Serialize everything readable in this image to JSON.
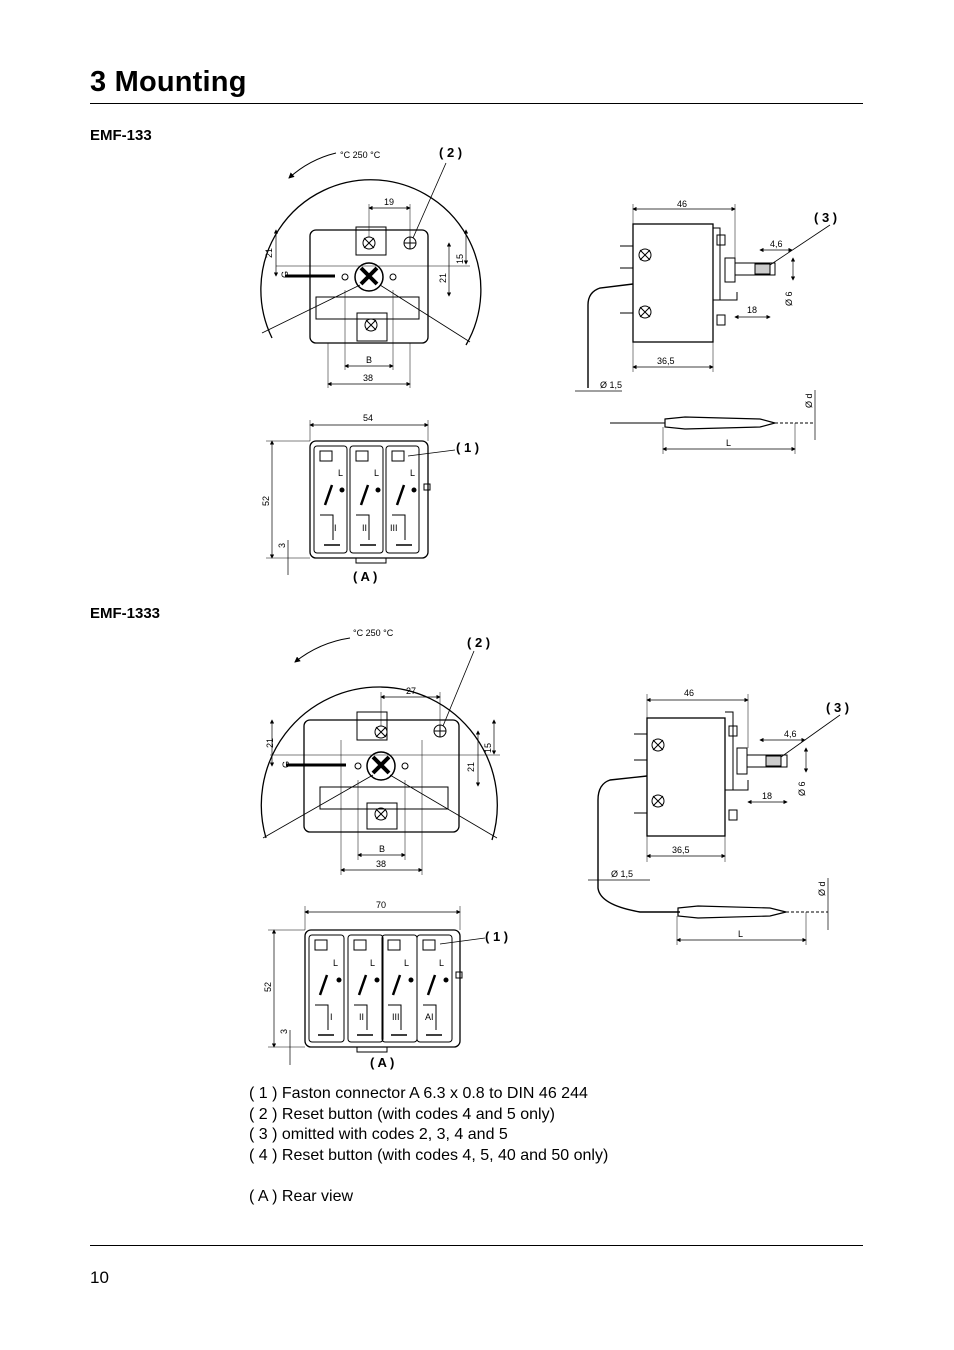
{
  "section": {
    "title": "3  Mounting"
  },
  "models": [
    {
      "name": "EMF-133",
      "front": {
        "dial": "°C 250  °C",
        "callout_reset": "( 2 )",
        "dims": [
          "19",
          "21",
          "15",
          "21",
          "B",
          "38"
        ],
        "g_label": "G"
      },
      "side": {
        "callout_capillary": "( 3 )",
        "dims": [
          "46",
          "4,6",
          "18",
          "Ø 6",
          "36,5",
          "Ø 1,5",
          "Ø d",
          "L"
        ]
      },
      "rear": {
        "callout_faston": "( 1 )",
        "rear_view": "( A )",
        "dims": [
          "54",
          "52",
          "3"
        ],
        "poles": [
          "I",
          "II",
          "III"
        ],
        "terminal": "L"
      }
    },
    {
      "name": "EMF-1333",
      "front": {
        "dial": "°C 250  °C",
        "callout_reset": "( 2 )",
        "dims": [
          "27",
          "21",
          "15",
          "21",
          "B",
          "38"
        ],
        "g_label": "G"
      },
      "side": {
        "callout_capillary": "( 3 )",
        "dims": [
          "46",
          "4,6",
          "18",
          "Ø 6",
          "36,5",
          "Ø 1,5",
          "Ø d",
          "L"
        ]
      },
      "rear": {
        "callout_faston": "( 1 )",
        "rear_view": "( A )",
        "dims": [
          "70",
          "52",
          "3"
        ],
        "poles": [
          "I",
          "II",
          "III",
          "AI"
        ],
        "terminal": "L"
      }
    }
  ],
  "legend": [
    "( 1 ) Faston connector A 6.3 x 0.8 to DIN 46 244",
    "( 2 ) Reset button (with codes 4 and 5 only)",
    "( 3 ) omitted with codes 2, 3, 4 and 5",
    "( 4 ) Reset button (with codes 4, 5, 40 and 50 only)",
    "",
    "( A ) Rear view"
  ],
  "footer": {
    "page_number": "10"
  }
}
